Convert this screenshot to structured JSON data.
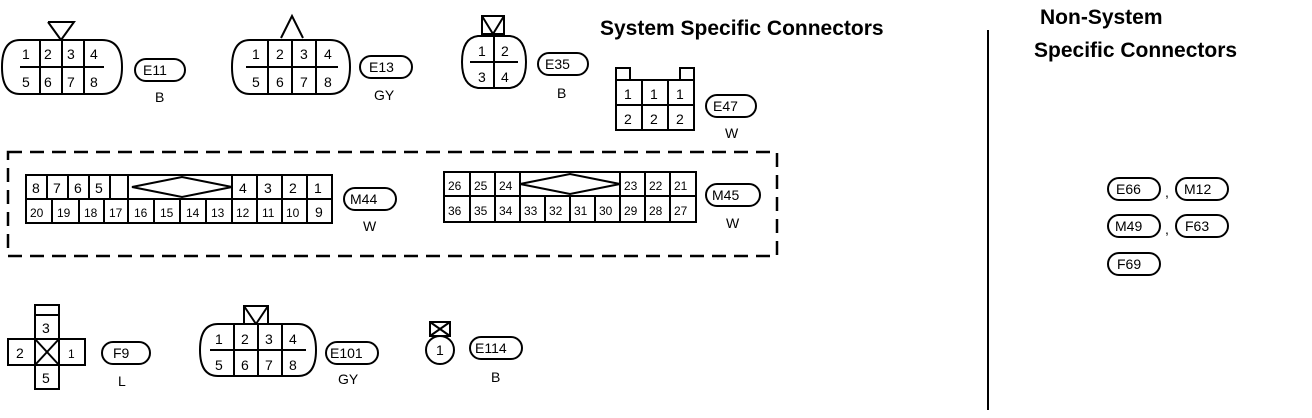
{
  "headings": {
    "system_specific": "System Specific Connectors",
    "non_system_line1": "Non-System",
    "non_system_line2": "Specific Connectors"
  },
  "connectors": {
    "E11": {
      "id": "E11",
      "color": "B",
      "pins_top": [
        "1",
        "2",
        "3",
        "4"
      ],
      "pins_bottom": [
        "5",
        "6",
        "7",
        "8"
      ]
    },
    "E13": {
      "id": "E13",
      "color": "GY",
      "pins_top": [
        "1",
        "2",
        "3",
        "4"
      ],
      "pins_bottom": [
        "5",
        "6",
        "7",
        "8"
      ]
    },
    "E35": {
      "id": "E35",
      "color": "B",
      "pins_top": [
        "1",
        "2"
      ],
      "pins_bottom": [
        "3",
        "4"
      ]
    },
    "E47": {
      "id": "E47",
      "color": "W",
      "pins_top": [
        "1",
        "1",
        "1"
      ],
      "pins_bottom": [
        "2",
        "2",
        "2"
      ]
    },
    "M44": {
      "id": "M44",
      "color": "W",
      "pins_top_left": [
        "8",
        "7",
        "6",
        "5"
      ],
      "pins_top_right": [
        "4",
        "3",
        "2",
        "1"
      ],
      "pins_bottom": [
        "20",
        "19",
        "18",
        "17",
        "16",
        "15",
        "14",
        "13",
        "12",
        "11",
        "10",
        "9"
      ]
    },
    "M45": {
      "id": "M45",
      "color": "W",
      "pins_top_left": [
        "26",
        "25",
        "24"
      ],
      "pins_top_right": [
        "23",
        "22",
        "21"
      ],
      "pins_bottom": [
        "36",
        "35",
        "34",
        "33",
        "32",
        "31",
        "30",
        "29",
        "28",
        "27"
      ]
    },
    "F9": {
      "id": "F9",
      "color": "L",
      "pins": {
        "top": "3",
        "left": "2",
        "right": "1",
        "bottom": "5"
      }
    },
    "E101": {
      "id": "E101",
      "color": "GY",
      "pins_top": [
        "1",
        "2",
        "3",
        "4"
      ],
      "pins_bottom": [
        "5",
        "6",
        "7",
        "8"
      ]
    },
    "E114": {
      "id": "E114",
      "color": "B",
      "pins": [
        "1"
      ]
    }
  },
  "non_system_connectors": {
    "row1": [
      "E66",
      "M12"
    ],
    "row2": [
      "M49",
      "F63"
    ],
    "row3": [
      "F69"
    ],
    "separator": ","
  }
}
